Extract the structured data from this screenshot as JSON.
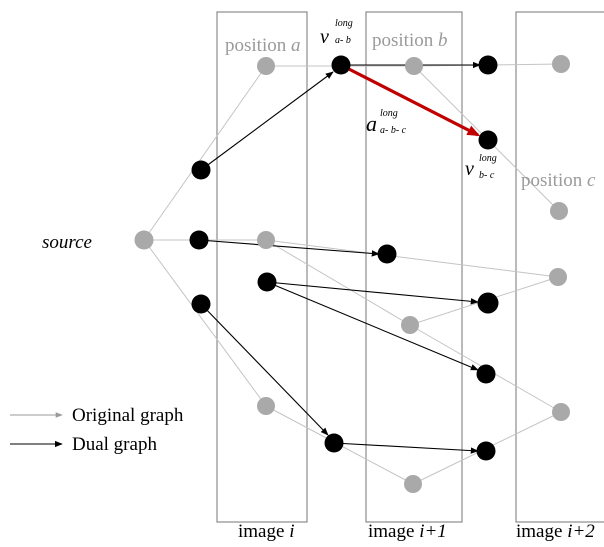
{
  "labels": {
    "source": "source",
    "legend_original": "Original graph",
    "legend_dual": "Dual graph",
    "position_a": {
      "word": "position",
      "var": "a"
    },
    "position_b": {
      "word": "position",
      "var": "b"
    },
    "position_c": {
      "word": "position",
      "var": "c"
    },
    "image_i": {
      "word": "image",
      "var": "i"
    },
    "image_i1": {
      "word": "image",
      "var": "i+1"
    },
    "image_i2": {
      "word": "image",
      "var": "i+2"
    },
    "v_ab": {
      "base": "v",
      "sup": "long",
      "sub": "a- b"
    },
    "a_abc": {
      "base": "a",
      "sup": "long",
      "sub": "a- b- c"
    },
    "v_bc": {
      "base": "v",
      "sup": "long",
      "sub": "b- c"
    }
  },
  "colors": {
    "original_edge": "#c4c4c4",
    "original_node": "#a9a9a9",
    "dual_node": "#000000",
    "dual_edge": "#000000",
    "highlight_edge": "#c00000",
    "box_border": "#8c8c8c"
  }
}
